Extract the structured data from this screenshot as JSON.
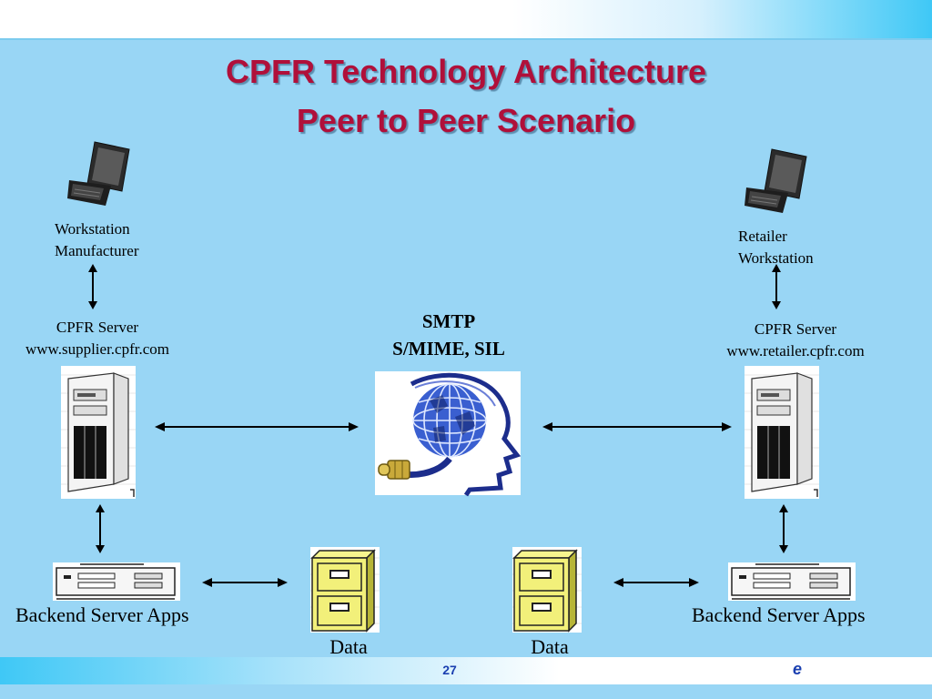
{
  "slide": {
    "title_line1": "CPFR Technology Architecture",
    "title_line2": "Peer to Peer Scenario",
    "page_number": "27",
    "footer_logo": "e"
  },
  "nodes": {
    "manufacturer_workstation": {
      "line1": "Workstation",
      "line2": "Manufacturer",
      "icon": "laptop-icon"
    },
    "retailer_workstation": {
      "line1": "Retailer",
      "line2": "Workstation",
      "icon": "laptop-icon"
    },
    "supplier_server": {
      "line1": "CPFR Server",
      "line2": "www.supplier.cpfr.com",
      "icon": "tower-server-icon"
    },
    "retailer_server": {
      "line1": "CPFR Server",
      "line2": "www.retailer.cpfr.com",
      "icon": "tower-server-icon"
    },
    "network": {
      "line1": "SMTP",
      "line2": "S/MIME, SIL",
      "icon": "globe-head-icon"
    },
    "backend_left": {
      "label": "Backend Server Apps",
      "icon": "desktop-server-icon"
    },
    "backend_right": {
      "label": "Backend Server Apps",
      "icon": "desktop-server-icon"
    },
    "data_left": {
      "label": "Data",
      "icon": "file-cabinet-icon"
    },
    "data_right": {
      "label": "Data",
      "icon": "file-cabinet-icon"
    }
  },
  "colors": {
    "background": "#99d6f5",
    "title": "#b0103a",
    "footer_text": "#1a3fb0",
    "cabinet": "#f2f07a"
  }
}
